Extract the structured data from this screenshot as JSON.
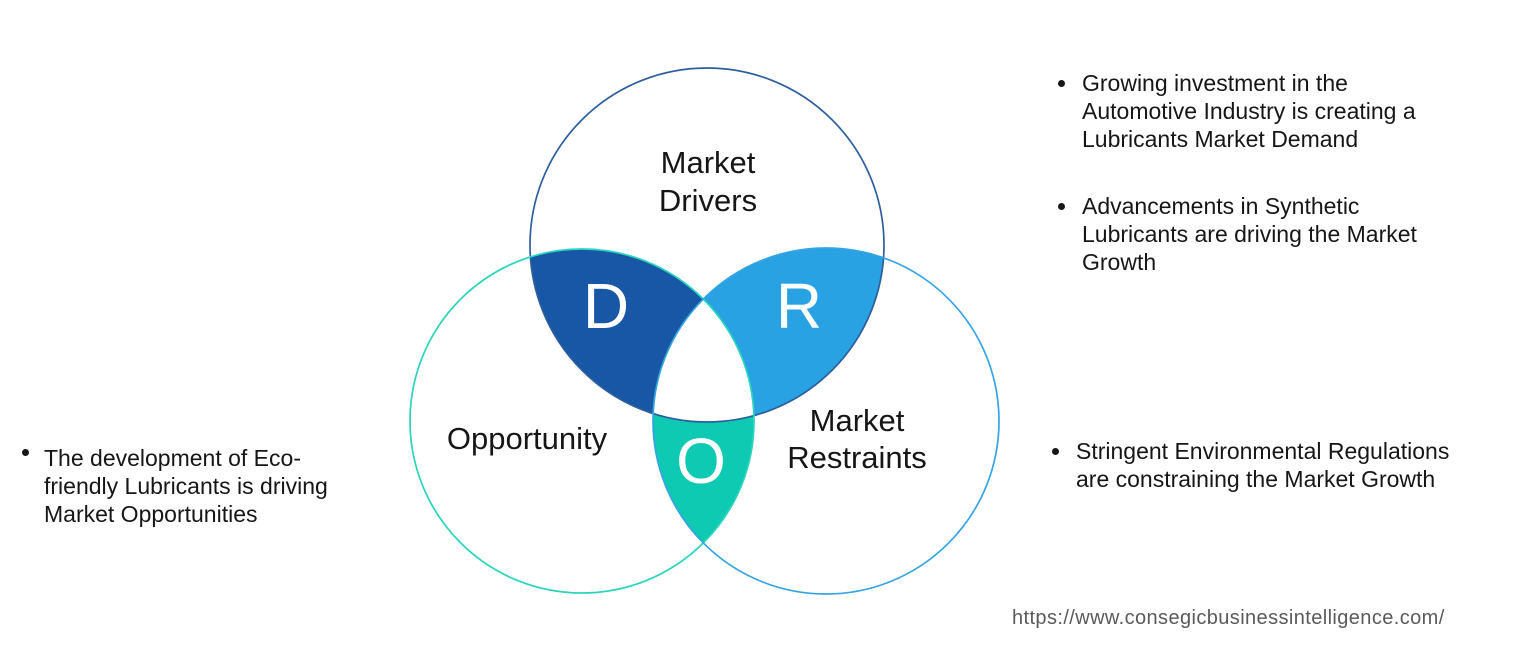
{
  "venn": {
    "drivers": {
      "label": "Market\nDrivers",
      "letter": "D",
      "fill_color": "#1757a6",
      "outline_color": "#2d5e9e"
    },
    "restraints": {
      "label": "Market\nRestraints",
      "letter": "R",
      "fill_color": "#28a2e3",
      "outline_color": "#35a4e2"
    },
    "opportunity": {
      "label": "Opportunity",
      "letter": "O",
      "fill_color": "#0ecab2",
      "outline_color": "#2bd4bd"
    },
    "triple_overlap_color": "#ffffff"
  },
  "left_notes": [
    {
      "text": "The development of Eco-\nfriendly Lubricants is driving\nMarket Opportunities"
    }
  ],
  "right_notes": [
    {
      "text": "Growing investment in the\nAutomotive Industry is creating a\nLubricants Market Demand"
    },
    {
      "text": "Advancements in Synthetic\nLubricants are driving the Market\nGrowth"
    },
    {
      "text": "Stringent Environmental Regulations\nare constraining the Market Growth"
    }
  ],
  "footer": {
    "url": "https://www.consegicbusinessintelligence.com/"
  },
  "colors": {
    "background": "#ffffff",
    "body_text": "#161616",
    "url_text": "#595a5c"
  }
}
